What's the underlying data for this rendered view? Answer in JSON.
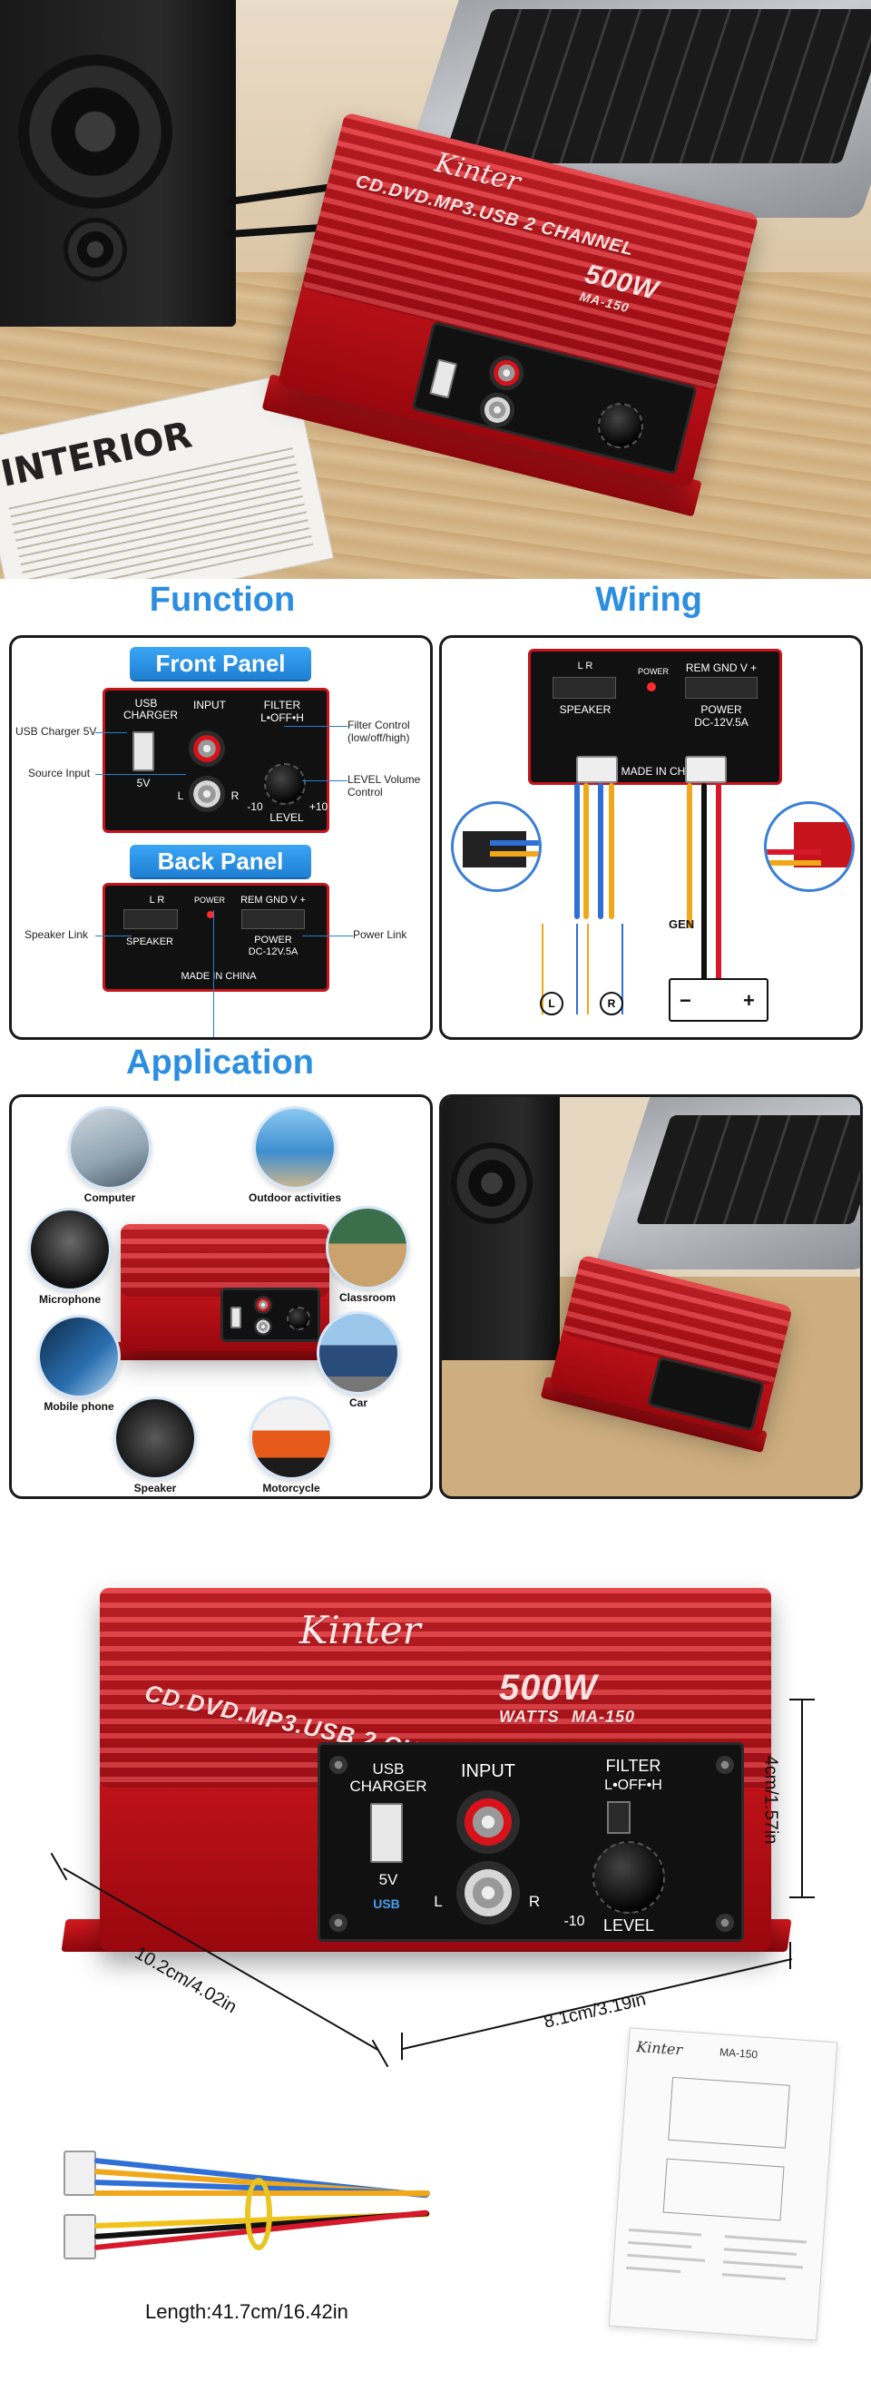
{
  "amp": {
    "brand": "Kinter",
    "title_line": "CD.DVD.MP3.USB 2 CHANNEL",
    "watts": "500W",
    "watts_word": "WATTS",
    "model": "MA-150",
    "usb_charger": "USB CHARGER",
    "input": "INPUT",
    "filter": "FILTER",
    "filter_opts": "L•OFF•H",
    "level": "LEVEL",
    "level_min": "-10",
    "level_max": "+10",
    "five_v": "5V",
    "left": "L",
    "right": "R",
    "usb_mark": "USB"
  },
  "sections": {
    "function": "Function",
    "wiring": "Wiring",
    "application": "Application"
  },
  "function": {
    "front_panel": "Front Panel",
    "back_panel": "Back Panel",
    "usb_charger_5v": "USB Charger 5V",
    "source_input": "Source Input",
    "filter_control": "Filter Control (low/off/high)",
    "level_volume": "LEVEL Volume Control",
    "speaker_link": "Speaker Link",
    "power_link": "Power Link"
  },
  "back": {
    "speaker": "SPEAKER",
    "power_title": "POWER",
    "power_spec": "DC-12V.5A",
    "power_led": "POWER",
    "terminals": "REM GND V +",
    "made_in": "MADE IN CHINA",
    "lr": "L    R"
  },
  "wiring": {
    "gen": "GEN",
    "minus": "−",
    "plus": "+",
    "spk_left": "L",
    "spk_right": "R"
  },
  "application": {
    "items": [
      {
        "label": "Computer"
      },
      {
        "label": "Outdoor activities"
      },
      {
        "label": "Microphone"
      },
      {
        "label": "Classroom"
      },
      {
        "label": "Mobile phone"
      },
      {
        "label": "Car"
      },
      {
        "label": "Speaker"
      },
      {
        "label": "Motorcycle"
      }
    ]
  },
  "dimensions": {
    "height": "4cm/1.57in",
    "length": "10.2cm/4.02in",
    "width": "8.1cm/3.19in",
    "cable": "Length:41.7cm/16.42in"
  },
  "manual": {
    "brand": "Kinter",
    "model": "MA-150"
  },
  "colors": {
    "accent_blue": "#2b8ee0",
    "amp_red": "#d01c22"
  }
}
